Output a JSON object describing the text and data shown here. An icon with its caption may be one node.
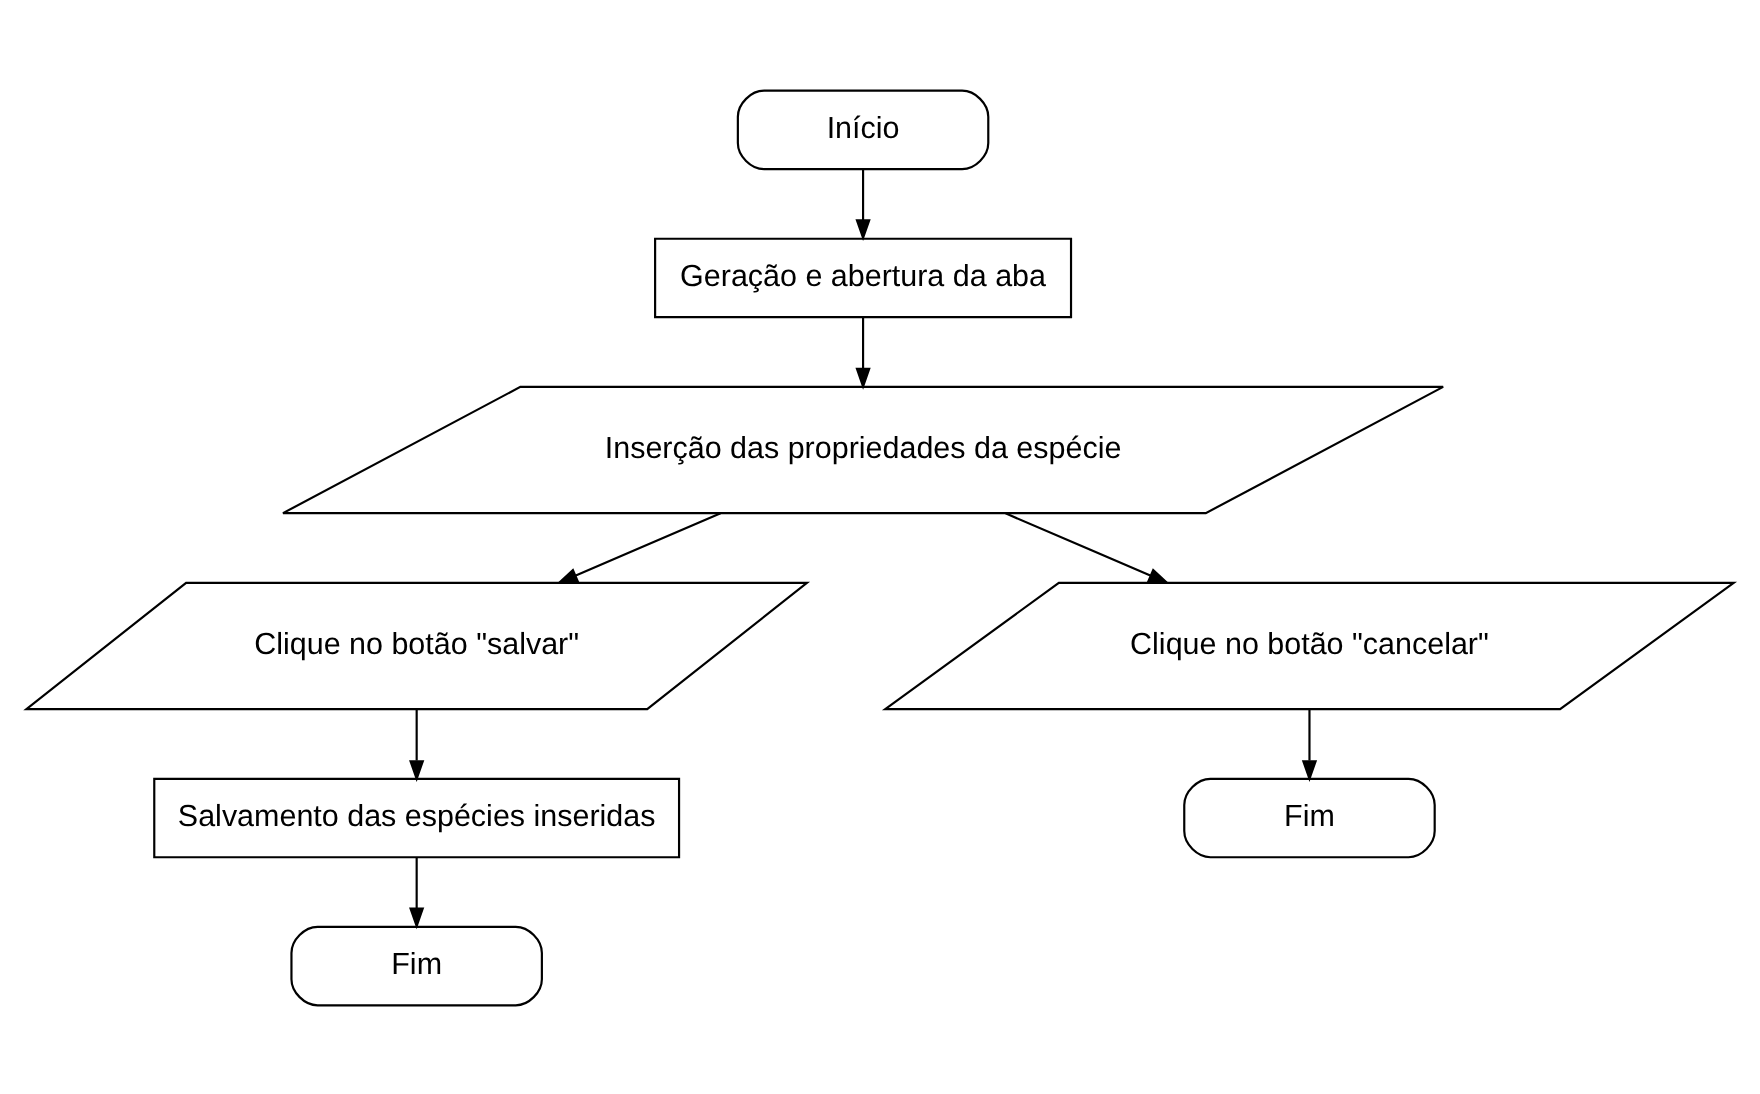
{
  "diagram": {
    "nodes": [
      {
        "text": [
          "Início"
        ]
      },
      {
        "text": [
          "Geração e abertura da aba"
        ]
      },
      {
        "text": [
          "Inserção das propriedades da espécie"
        ]
      },
      {
        "text": [
          "Clique no botão \"salvar\""
        ]
      },
      {
        "text": [
          "Clique no botão \"cancelar\""
        ]
      },
      {
        "text": [
          "Salvamento das espécies inseridas"
        ]
      },
      {
        "text": [
          "Fim"
        ]
      },
      {
        "text": [
          "Fim"
        ]
      }
    ],
    "edges": [
      {
        "from": 0,
        "to": 1,
        "arrow": "to"
      },
      {
        "from": 1,
        "to": 2,
        "arrow": "to"
      },
      {
        "from": 2,
        "to": 3,
        "arrow": "to"
      },
      {
        "from": 2,
        "to": 4,
        "arrow": "to"
      },
      {
        "from": 3,
        "to": 5,
        "arrow": "to"
      },
      {
        "from": 5,
        "to": 6,
        "arrow": "to"
      },
      {
        "from": 4,
        "to": 7,
        "arrow": "to"
      }
    ]
  }
}
